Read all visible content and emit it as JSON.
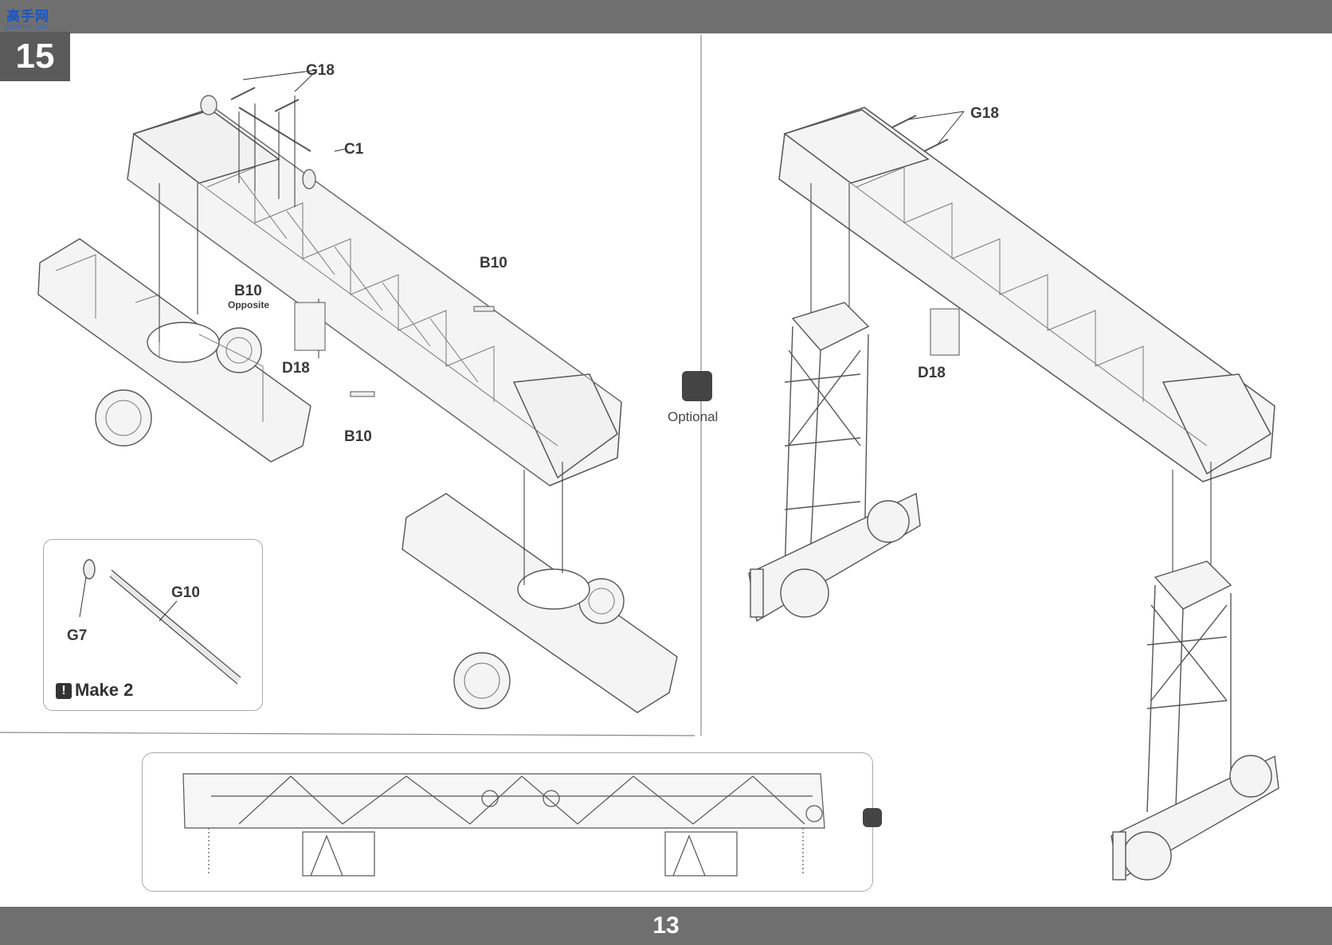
{
  "header": {
    "logo_text": "高手网",
    "logo_sub": "gaoshou.com"
  },
  "step_number": "15",
  "page_number": "13",
  "left_diagram": {
    "labels": {
      "g18": "G18",
      "c1": "C1",
      "b10_top": "B10",
      "b10_left": "B10",
      "b10_opposite": "Opposite",
      "d18": "D18",
      "b10_bottom": "B10"
    }
  },
  "optional_label": "Optional",
  "right_diagram": {
    "labels": {
      "g18": "G18",
      "d18": "D18"
    }
  },
  "inset": {
    "g10": "G10",
    "g7": "G7",
    "make_count": "Make 2",
    "warn_icon": "!"
  }
}
